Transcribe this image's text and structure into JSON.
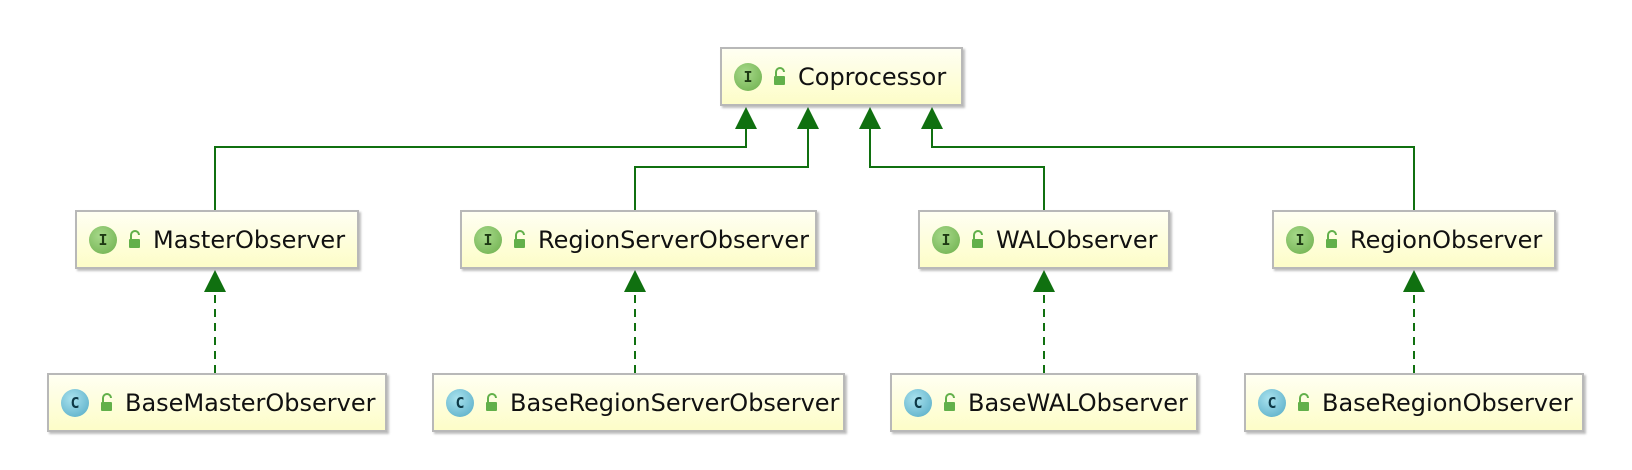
{
  "colors": {
    "edge": "#107010",
    "interface_icon": "#6cae4b",
    "class_icon": "#52a9c4",
    "node_fill": "#fdfdc8",
    "node_border": "#b8b8b8"
  },
  "nodes": [
    {
      "id": "coprocessor",
      "label": "Coprocessor",
      "kind": "interface",
      "kind_letter": "I",
      "icon": "interface-icon",
      "visibility_icon": "public-lock-icon"
    },
    {
      "id": "master_observer",
      "label": "MasterObserver",
      "kind": "interface",
      "kind_letter": "I",
      "icon": "interface-icon",
      "visibility_icon": "public-lock-icon"
    },
    {
      "id": "region_server_observer",
      "label": "RegionServerObserver",
      "kind": "interface",
      "kind_letter": "I",
      "icon": "interface-icon",
      "visibility_icon": "public-lock-icon"
    },
    {
      "id": "wal_observer",
      "label": "WALObserver",
      "kind": "interface",
      "kind_letter": "I",
      "icon": "interface-icon",
      "visibility_icon": "public-lock-icon"
    },
    {
      "id": "region_observer",
      "label": "RegionObserver",
      "kind": "interface",
      "kind_letter": "I",
      "icon": "interface-icon",
      "visibility_icon": "public-lock-icon"
    },
    {
      "id": "base_master_observer",
      "label": "BaseMasterObserver",
      "kind": "class",
      "kind_letter": "C",
      "icon": "class-icon",
      "visibility_icon": "public-lock-icon"
    },
    {
      "id": "base_region_server_observer",
      "label": "BaseRegionServerObserver",
      "kind": "class",
      "kind_letter": "C",
      "icon": "class-icon",
      "visibility_icon": "public-lock-icon"
    },
    {
      "id": "base_wal_observer",
      "label": "BaseWALObserver",
      "kind": "class",
      "kind_letter": "C",
      "icon": "class-icon",
      "visibility_icon": "public-lock-icon"
    },
    {
      "id": "base_region_observer",
      "label": "BaseRegionObserver",
      "kind": "class",
      "kind_letter": "C",
      "icon": "abstract-class-icon",
      "visibility_icon": "public-lock-icon"
    }
  ],
  "edges": [
    {
      "from": "master_observer",
      "to": "coprocessor",
      "relation": "extends",
      "style": "solid"
    },
    {
      "from": "region_server_observer",
      "to": "coprocessor",
      "relation": "extends",
      "style": "solid"
    },
    {
      "from": "wal_observer",
      "to": "coprocessor",
      "relation": "extends",
      "style": "solid"
    },
    {
      "from": "region_observer",
      "to": "coprocessor",
      "relation": "extends",
      "style": "solid"
    },
    {
      "from": "base_master_observer",
      "to": "master_observer",
      "relation": "implements",
      "style": "dashed"
    },
    {
      "from": "base_region_server_observer",
      "to": "region_server_observer",
      "relation": "implements",
      "style": "dashed"
    },
    {
      "from": "base_wal_observer",
      "to": "wal_observer",
      "relation": "implements",
      "style": "dashed"
    },
    {
      "from": "base_region_observer",
      "to": "region_observer",
      "relation": "implements",
      "style": "dashed"
    }
  ]
}
